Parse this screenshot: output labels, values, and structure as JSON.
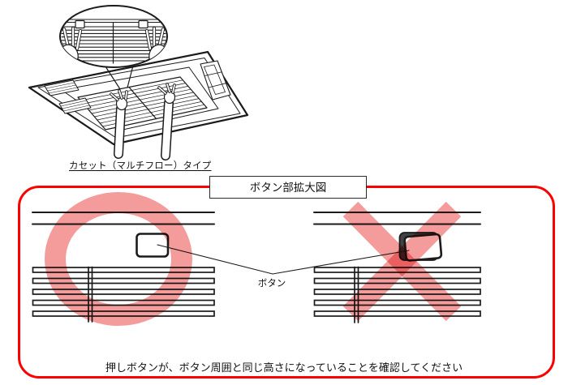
{
  "illustration": {
    "caption": "カセット（マルチフロー）タイプ"
  },
  "enlarged_view": {
    "title": "ボタン部拡大図",
    "button_label": "ボタン",
    "instruction": "押しボタンが、ボタン周囲と同じ高さになっていることを確認してください",
    "marks": {
      "correct": "circle-mark",
      "incorrect": "cross-mark"
    },
    "colors": {
      "frame": "#fe0000",
      "mark": "#f49c9c",
      "ink": "#1b1b1b",
      "button_hole": "#424242"
    }
  }
}
